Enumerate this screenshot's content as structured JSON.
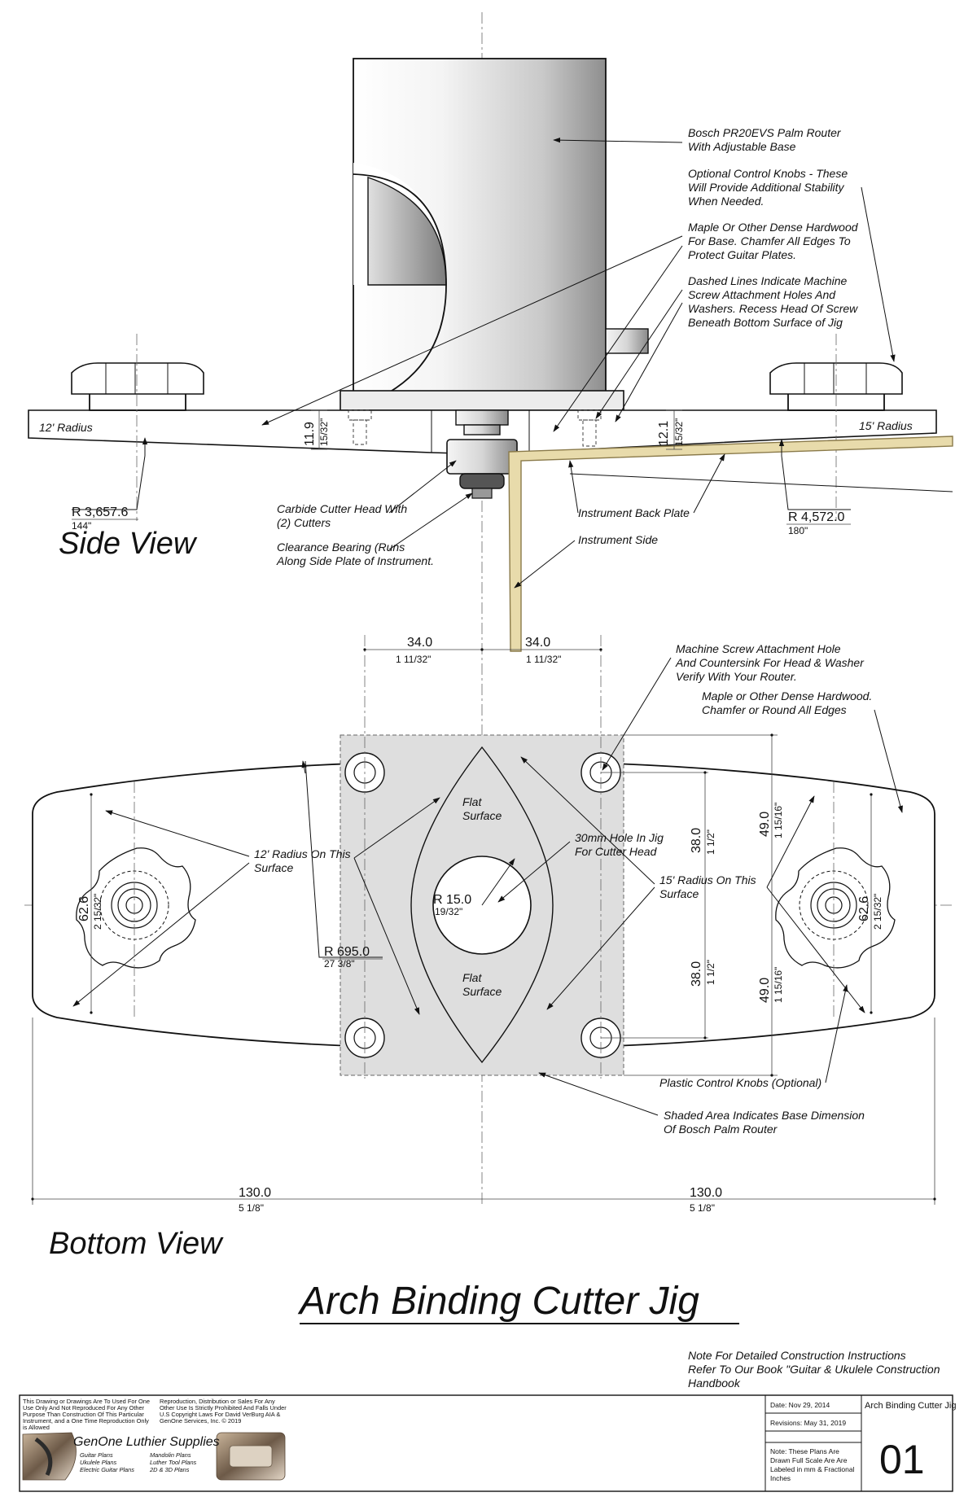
{
  "side_view": {
    "label": "Side View",
    "radius_left_label": "12' Radius",
    "radius_right_label": "15' Radius",
    "radius_left_mm": "R 3,657.6",
    "radius_left_in": "144\"",
    "radius_right_mm": "R 4,572.0",
    "radius_right_in": "180\"",
    "thick_left_mm": "11.9",
    "thick_left_in": "15/32\"",
    "thick_right_mm": "12.1",
    "thick_right_in": "15/32\"",
    "notes": {
      "router": [
        "Bosch PR20EVS Palm Router",
        "With Adjustable Base"
      ],
      "knobs": [
        "Optional Control Knobs - These",
        "Will Provide Additional Stability",
        "When Needed."
      ],
      "maple": [
        "Maple Or Other Dense Hardwood",
        "For Base. Chamfer All Edges To",
        "Protect Guitar Plates."
      ],
      "dashed": [
        "Dashed Lines Indicate Machine",
        "Screw Attachment Holes And",
        "Washers. Recess Head Of Screw",
        "Beneath Bottom Surface of Jig"
      ],
      "carbide": [
        "Carbide Cutter Head With",
        "(2) Cutters"
      ],
      "bearing": [
        "Clearance Bearing (Runs",
        "Along Side Plate of Instrument."
      ],
      "back_plate": "Instrument Back Plate",
      "side": "Instrument Side"
    }
  },
  "bottom_view": {
    "label": "Bottom View",
    "dim_34_left_mm": "34.0",
    "dim_34_left_in": "1 11/32\"",
    "dim_34_right_mm": "34.0",
    "dim_34_right_in": "1 11/32\"",
    "dim_38_top_mm": "38.0",
    "dim_38_top_in": "1 1/2\"",
    "dim_38_bot_mm": "38.0",
    "dim_38_bot_in": "1 1/2\"",
    "dim_49_top_mm": "49.0",
    "dim_49_top_in": "1 15/16\"",
    "dim_49_bot_mm": "49.0",
    "dim_49_bot_in": "1 15/16\"",
    "dim_626_left_mm": "62.6",
    "dim_626_left_in": "2 15/32\"",
    "dim_626_right_mm": "62.6",
    "dim_626_right_in": "2 15/32\"",
    "hole_radius_mm": "R 15.0",
    "hole_radius_in": "19/32\"",
    "arc_radius_mm": "R 695.0",
    "arc_radius_in": "27 3/8\"",
    "dim_130_left_mm": "130.0",
    "dim_130_left_in": "5 1/8\"",
    "dim_130_right_mm": "130.0",
    "dim_130_right_in": "5 1/8\"",
    "flat_top": [
      "Flat",
      "Surface"
    ],
    "flat_bot": [
      "Flat",
      "Surface"
    ],
    "notes": {
      "screw_hole": [
        "Machine Screw Attachment Hole",
        "And Countersink For Head & Washer",
        "Verify With Your Router."
      ],
      "maple": [
        "Maple or Other Dense Hardwood.",
        "Chamfer or Round All Edges"
      ],
      "radius12": [
        "12' Radius On This",
        "Surface"
      ],
      "hole30": [
        "30mm Hole In Jig",
        "For Cutter Head"
      ],
      "radius15": [
        "15' Radius On This",
        "Surface"
      ],
      "plastic_knobs": "Plastic Control Knobs (Optional)",
      "shaded": [
        "Shaded Area Indicates Base Dimension",
        "Of Bosch Palm Router"
      ]
    }
  },
  "title": "Arch Binding Cutter Jig",
  "handbook_note": [
    "Note For Detailed Construction Instructions",
    "Refer To Our Book \"Guitar & Ukulele Construction",
    "Handbook"
  ],
  "title_block": {
    "legal_left": [
      "This Drawing or Drawings Are To Used For One",
      "Use Only And Not Reproduced For Any Other",
      "Purpose Than Construction Of This Particular",
      "Instrument, and a One Time Reproduction Only",
      "is Allowed"
    ],
    "legal_right": [
      "Reproduction, Distribution or Sales For Any",
      "Other Use Is Strictly Prohibited And Falls Under",
      "U.S Copyright Laws For David VerBurg AIA &",
      "GenOne Services, Inc. © 2019"
    ],
    "company": "GenOne Luthier Supplies",
    "products_left": [
      "Guitar Plans",
      "Ukulele Plans",
      "Electric Guitar Plans"
    ],
    "products_right": [
      "Mandolin Plans",
      "Luther Tool Plans",
      "2D & 3D Plans"
    ],
    "date": "Date: Nov 29, 2014",
    "revisions": "Revisions: May 31, 2019",
    "scale_note": [
      "Note: These Plans Are",
      "Drawn Full Scale Are Are",
      "Labeled in mm & Fractional",
      "Inches"
    ],
    "drawing_name": "Arch Binding Cutter Jig",
    "sheet_number": "01"
  },
  "colors": {
    "shade": "#dedede",
    "wood": "#e8dbab",
    "wood_edge": "#8a7a4a",
    "ink": "#111111"
  }
}
